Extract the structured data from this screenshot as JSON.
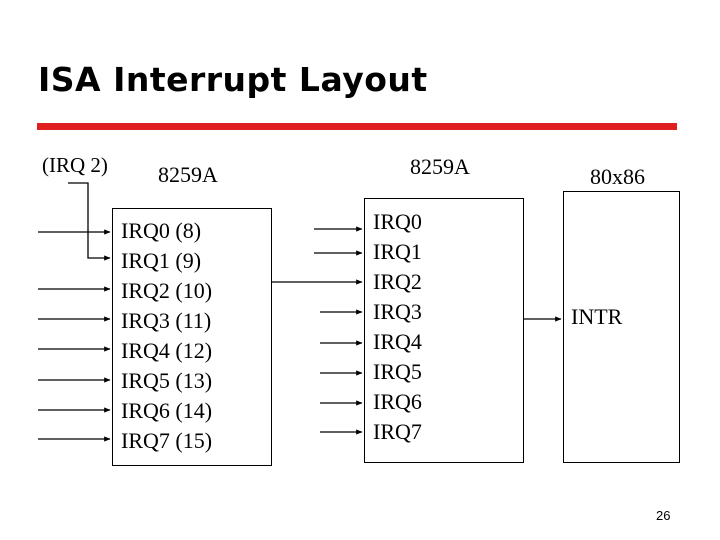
{
  "slide": {
    "title": "ISA Interrupt Layout",
    "accent_color": "#e02020",
    "page_number": "26"
  },
  "diagram": {
    "cascade_label": "(IRQ 2)",
    "master": {
      "title": "8259A",
      "inputs": [
        "IRQ0 (8)",
        "IRQ1 (9)",
        "IRQ2 (10)",
        "IRQ3 (11)",
        "IRQ4 (12)",
        "IRQ5 (13)",
        "IRQ6 (14)",
        "IRQ7 (15)"
      ]
    },
    "slave": {
      "title": "8259A",
      "inputs": [
        "IRQ0",
        "IRQ1",
        "IRQ2",
        "IRQ3",
        "IRQ4",
        "IRQ5",
        "IRQ6",
        "IRQ7"
      ]
    },
    "cpu": {
      "title": "80x86",
      "input": "INTR"
    }
  }
}
